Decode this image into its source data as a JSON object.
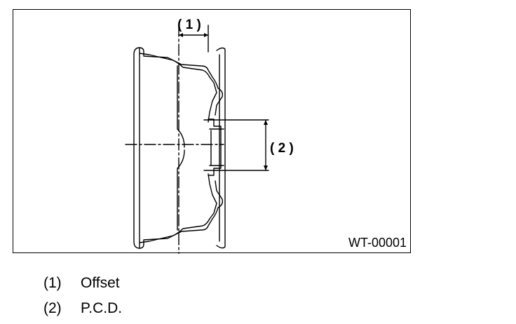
{
  "figure": {
    "id": "WT-00001",
    "callouts": [
      {
        "number": "( 1 )"
      },
      {
        "number": "( 2 )"
      }
    ]
  },
  "legend": [
    {
      "number": "(1)",
      "label": "Offset"
    },
    {
      "number": "(2)",
      "label": "P.C.D."
    }
  ]
}
